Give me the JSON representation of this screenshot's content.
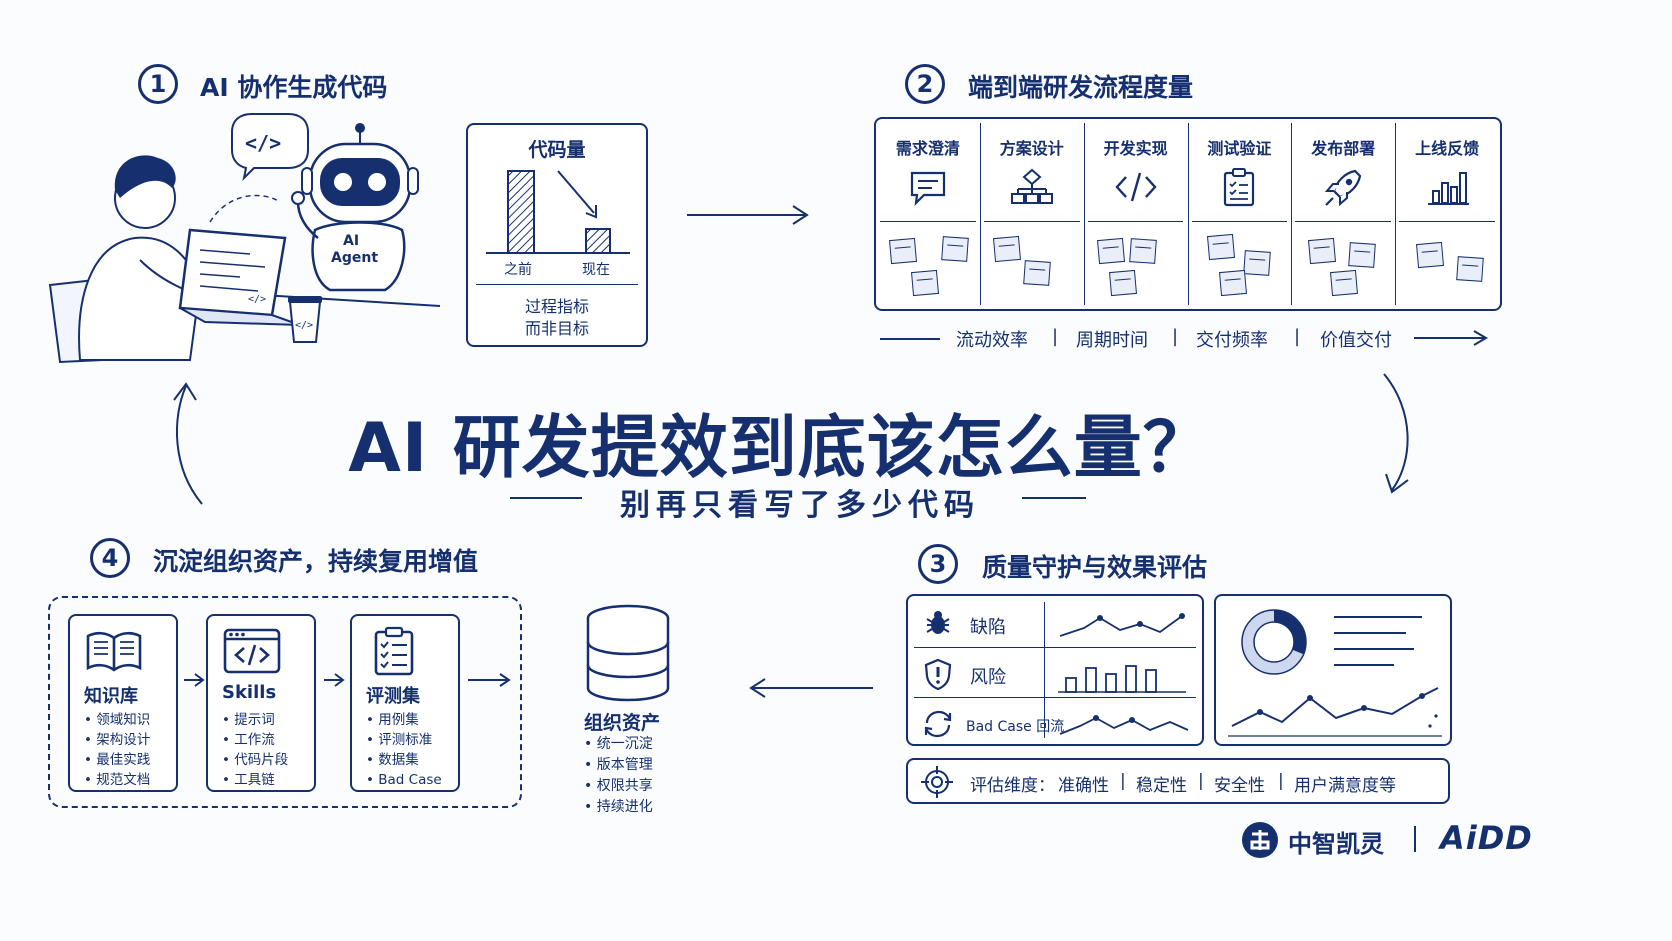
{
  "main": {
    "title": "AI 研发提效到底该怎么量？",
    "subtitle": "别再只看写了多少代码"
  },
  "section1": {
    "number": "1",
    "title": "AI 协作生成代码",
    "speech_icon": "code-brackets-icon",
    "robot_label": [
      "AI",
      "Agent"
    ],
    "code_card": {
      "title": "代码量",
      "bar_before_label": "之前",
      "bar_after_label": "现在",
      "note_line1": "过程指标",
      "note_line2": "而非目标"
    }
  },
  "section2": {
    "number": "2",
    "title": "端到端研发流程度量",
    "stages": [
      {
        "label": "需求澄清",
        "icon": "chat-bubble-icon"
      },
      {
        "label": "方案设计",
        "icon": "flowchart-icon"
      },
      {
        "label": "开发实现",
        "icon": "code-icon"
      },
      {
        "label": "测试验证",
        "icon": "checklist-icon"
      },
      {
        "label": "发布部署",
        "icon": "rocket-icon"
      },
      {
        "label": "上线反馈",
        "icon": "bar-chart-icon"
      }
    ],
    "metrics": [
      "流动效率",
      "周期时间",
      "交付频率",
      "价值交付"
    ]
  },
  "section3": {
    "number": "3",
    "title": "质量守护与效果评估",
    "rows": [
      {
        "label": "缺陷",
        "icon": "bug-icon"
      },
      {
        "label": "风险",
        "icon": "warning-shield-icon"
      },
      {
        "label": "Bad Case 回流",
        "icon": "refresh-icon"
      }
    ],
    "eval": {
      "prefix": "评估维度：",
      "items": [
        "准确性",
        "稳定性",
        "安全性",
        "用户满意度等"
      ]
    }
  },
  "section4": {
    "number": "4",
    "title": "沉淀组织资产，持续复用增值",
    "cards": [
      {
        "title": "知识库",
        "icon": "book-icon",
        "items": [
          "领域知识",
          "架构设计",
          "最佳实践",
          "规范文档"
        ]
      },
      {
        "title": "Skills",
        "icon": "code-window-icon",
        "items": [
          "提示词",
          "工作流",
          "代码片段",
          "工具链"
        ]
      },
      {
        "title": "评测集",
        "icon": "clipboard-icon",
        "items": [
          "用例集",
          "评测标准",
          "数据集",
          "Bad Case"
        ]
      }
    ],
    "asset": {
      "title": "组织资产",
      "icon": "database-icon",
      "items": [
        "统一沉淀",
        "版本管理",
        "权限共享",
        "持续进化"
      ]
    }
  },
  "footer": {
    "brand_cn": "中智凯灵",
    "brand_en": "AiDD"
  },
  "colors": {
    "primary": "#16306f",
    "background": "#fbfcfe",
    "sticky": "#e9eef8"
  }
}
